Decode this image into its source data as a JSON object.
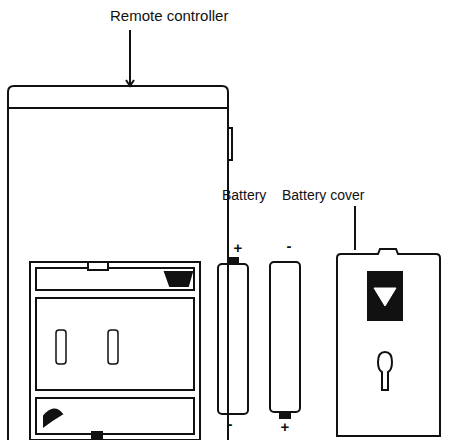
{
  "diagram": {
    "labels": [
      "Remote controller",
      "Battery",
      "Battery cover",
      "+",
      "-",
      "-",
      "+"
    ]
  }
}
